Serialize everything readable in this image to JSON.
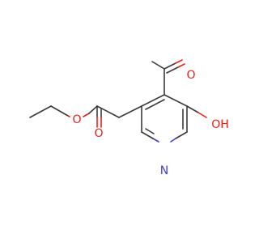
{
  "molecule": {
    "colors": {
      "carbon_bond": "#3a3a3a",
      "oxygen": "#e8221b",
      "nitrogen": "#3b3fd6",
      "background": "#ffffff"
    },
    "atoms": {
      "aldehyde_oxygen": "O",
      "hydroxyl": "OH",
      "ring_nitrogen": "N",
      "ester_ether_oxygen": "O",
      "ester_carbonyl_oxygen": "O"
    }
  }
}
